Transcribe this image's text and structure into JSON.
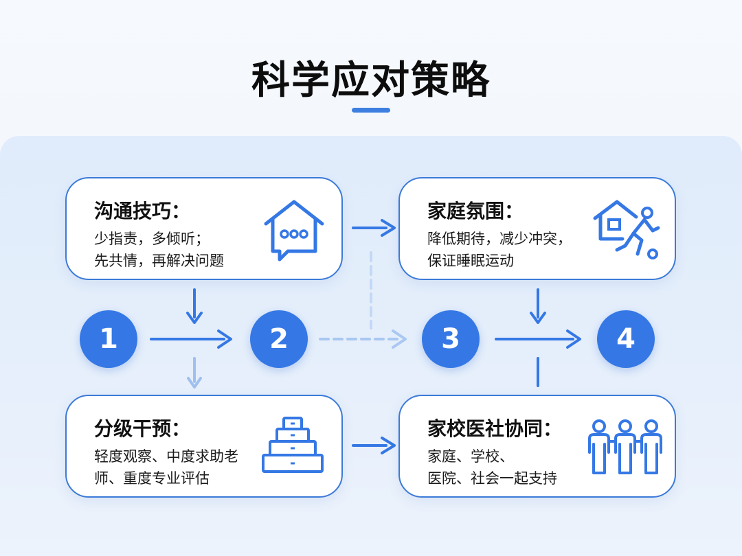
{
  "title": "科学应对策略",
  "colors": {
    "accent": "#3578e5",
    "card_border": "#3b7ad9",
    "light_arrow": "#a9c8f2"
  },
  "cards": {
    "communication": {
      "title": "沟通技巧：",
      "lines": [
        "少指责，多倾听；",
        "先共情，再解决问题"
      ],
      "icon": "house-chat-icon"
    },
    "family": {
      "title": "家庭氛围：",
      "lines": [
        "降低期待，减少冲突，",
        "保证睡眠运动"
      ],
      "icon": "house-running-person-icon"
    },
    "intervention": {
      "title": "分级干预：",
      "lines": [
        "轻度观察、中度求助老",
        "师、重度专业评估"
      ],
      "icon": "stacked-drawers-icon"
    },
    "collaboration": {
      "title": "家校医社协同：",
      "lines": [
        "家庭、学校、",
        "医院、社会一起支持"
      ],
      "icon": "group-people-icon"
    }
  },
  "steps": [
    "1",
    "2",
    "3",
    "4"
  ]
}
